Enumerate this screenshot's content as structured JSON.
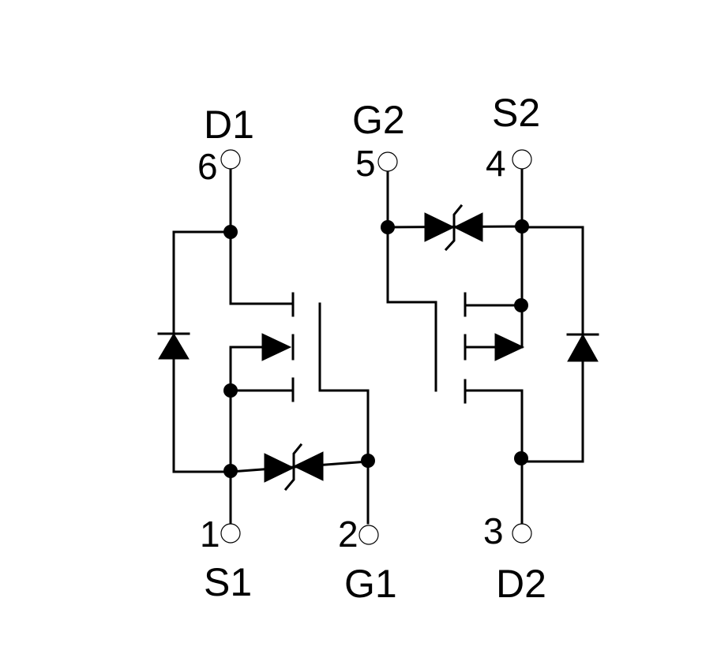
{
  "pins": {
    "d1": {
      "name": "D1",
      "number": "6"
    },
    "g2": {
      "name": "G2",
      "number": "5"
    },
    "s2": {
      "name": "S2",
      "number": "4"
    },
    "s1": {
      "name": "S1",
      "number": "1"
    },
    "g1": {
      "name": "G1",
      "number": "2"
    },
    "d2": {
      "name": "D2",
      "number": "3"
    }
  }
}
